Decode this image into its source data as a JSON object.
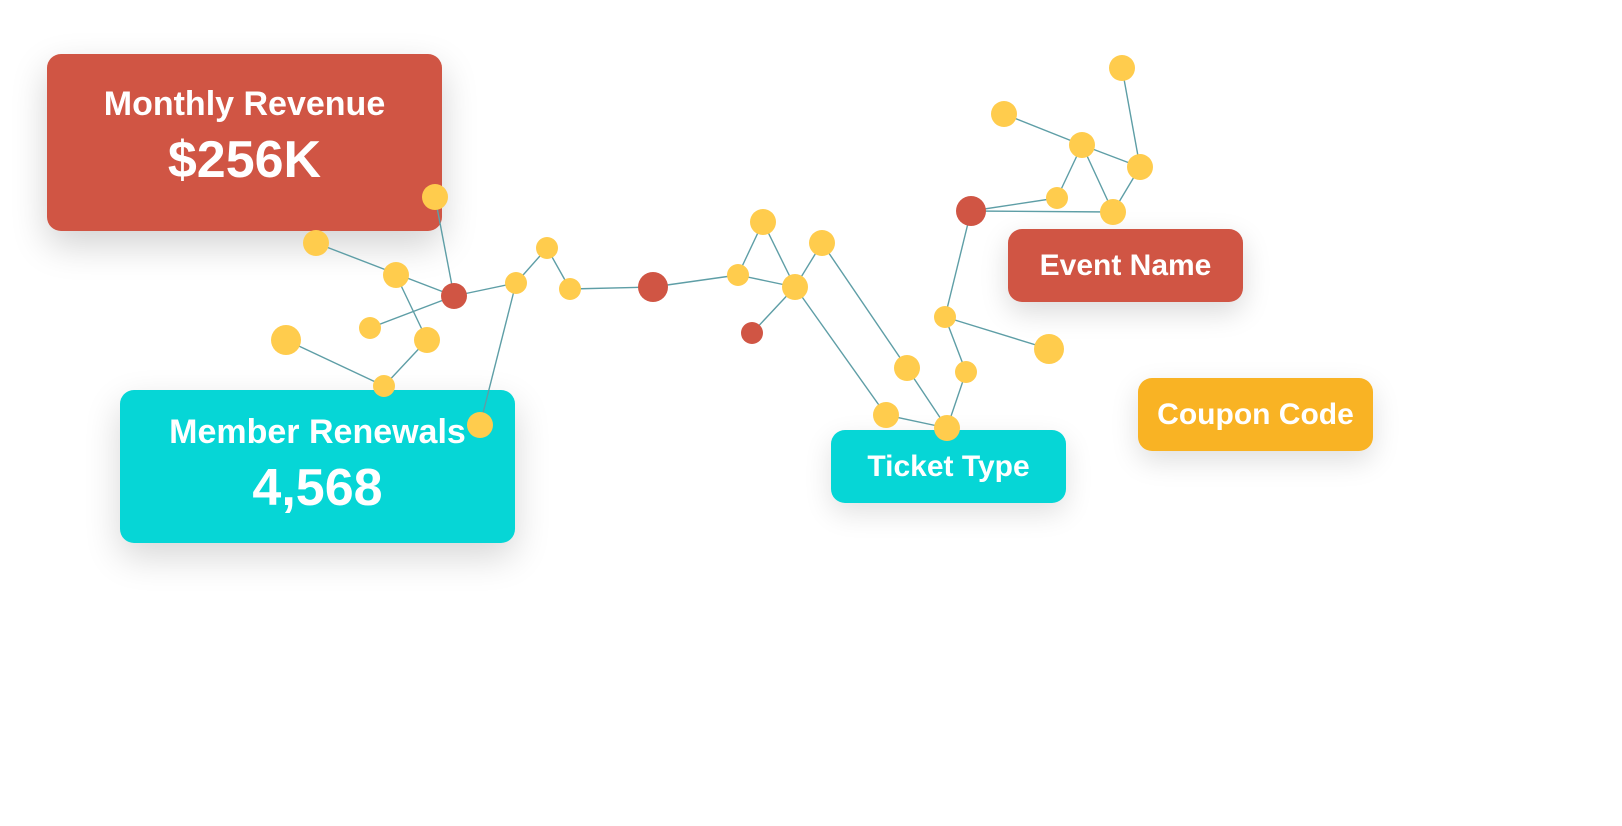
{
  "colors": {
    "red": "#D05544",
    "cyan": "#06D6D6",
    "amber": "#F9B324",
    "node_yellow": "#FFCC4D",
    "node_red": "#D05544",
    "edge": "#5E9EA6"
  },
  "cards": {
    "revenue": {
      "title": "Monthly Revenue",
      "value": "$256K"
    },
    "renewals": {
      "title": "Member Renewals",
      "value": "4,568"
    }
  },
  "tags": {
    "event_name": "Event Name",
    "ticket_type": "Ticket Type",
    "coupon_code": "Coupon Code"
  }
}
